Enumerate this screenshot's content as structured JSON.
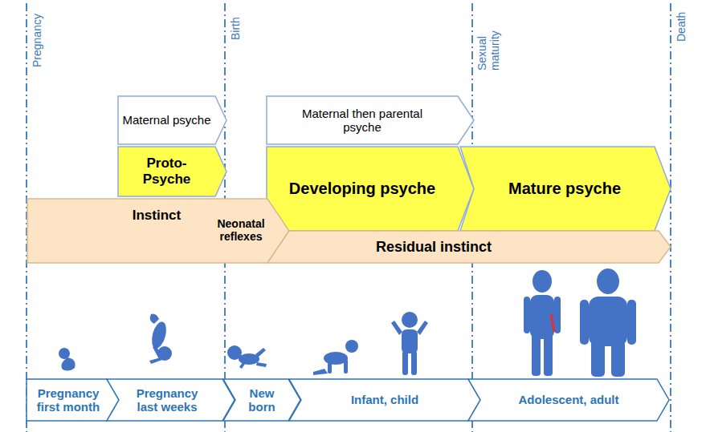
{
  "diagram": {
    "nodes": [
      {
        "text": [
          "Maternal psyche"
        ]
      },
      {
        "text": [
          "Proto-Psyche"
        ]
      },
      {
        "text": [
          "Maternal then parental psyche"
        ]
      },
      {
        "text": [
          "Developing psyche"
        ]
      },
      {
        "text": [
          "Mature psyche"
        ]
      },
      {
        "text": [
          "Instinct",
          "Neonatal reflexes"
        ]
      },
      {
        "text": [
          "Residual instinct"
        ]
      },
      {
        "text": [
          "Pregnancy first month"
        ]
      },
      {
        "text": [
          "Pregnancy last weeks"
        ]
      },
      {
        "text": [
          "New born"
        ]
      },
      {
        "text": [
          "Infant, child"
        ]
      },
      {
        "text": [
          "Adolescent, adult"
        ]
      }
    ],
    "labels": [
      "Pregnancy",
      "Birth",
      "Sexual maturity",
      "Death"
    ]
  }
}
